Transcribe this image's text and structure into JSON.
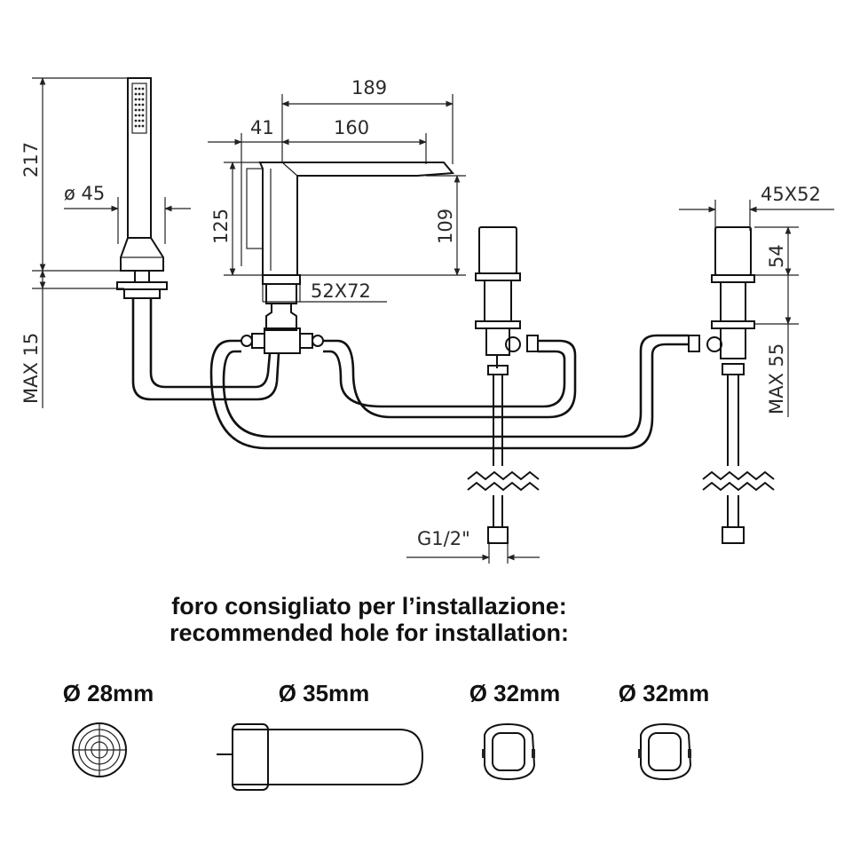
{
  "dimensions": {
    "d189": "189",
    "d41": "41",
    "d160": "160",
    "d217": "217",
    "d45": "ø 45",
    "d125": "125",
    "d109": "109",
    "d52x72": "52X72",
    "d45x52": "45X52",
    "d54": "54",
    "dmax15": "MAX 15",
    "dmax55": "MAX 55",
    "dg12": "G1/2\""
  },
  "install": {
    "line_it": "foro consigliato per l’installazione:",
    "line_en": "recommended hole for installation:"
  },
  "holes": [
    {
      "label": "Ø 28mm"
    },
    {
      "label": "Ø 35mm"
    },
    {
      "label": "Ø 32mm"
    },
    {
      "label": "Ø 32mm"
    }
  ]
}
